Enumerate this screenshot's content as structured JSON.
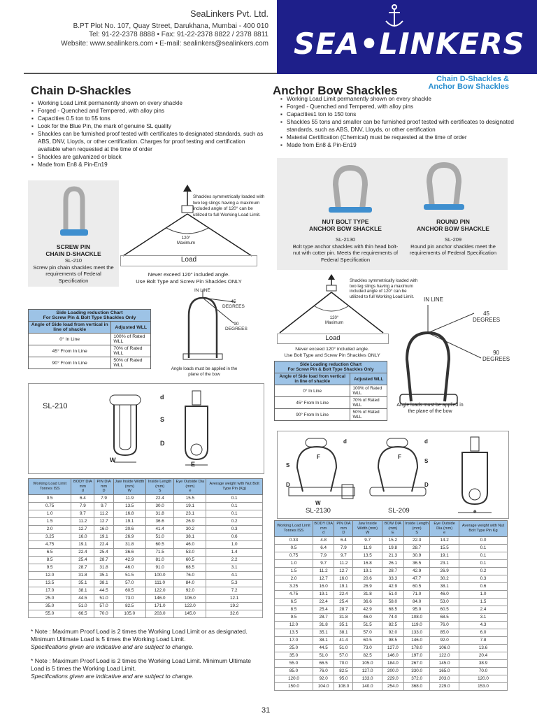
{
  "company": {
    "name": "SeaLinkers Pvt. Ltd.",
    "address": "B.PT Plot No. 107, Quay Street, Darukhana, Mumbai - 400 010",
    "phone": "Tel: 91-22-2378 8888 • Fax: 91-22-2378 8822 / 2378 8811",
    "web": "Website: www.sealinkers.com • E-mail: sealinkers@sealinkers.com",
    "logo_text": "SEA•LINKERS"
  },
  "section_tag": [
    "Chain D-Shackles &",
    "Anchor Bow Shackles"
  ],
  "left": {
    "title": "Chain D-Shackles",
    "bullets": [
      "Working Load Limit permanently shown on every shackle",
      "Forged - Quenched and Tempered, with alloy pins",
      "Capacities 0.5  ton to 55 tons",
      "Look for the Blue Pin, the mark of genuine SL quality",
      "Shackles can be furnished proof tested with certificates to designated standards, such as ABS, DNV, Lloyds, or other certification. Charges for proof testing and certification available when requested at the time of order",
      "Shackles are galvanized or black",
      "Made from En8 & Pin-En19"
    ],
    "product_name": [
      "SCREW PIN",
      "CHAIN D-SHACKLE"
    ],
    "product_code": "SL-210",
    "product_desc": "Screw pin chain shackles meet the requirements of Federal Specification"
  },
  "right": {
    "title": "Anchor Bow Shackles",
    "bullets": [
      "Working Load Limit permanently shown on every shackle",
      "Forged - Quenched and Tempered, with alloy pins",
      "Capacities1 ton to 150 tons",
      "Shackles 55 tons and smaller can be furnished proof tested with certificates to designated standards, such as ABS, DNV, Lloyds, or other certification",
      "Material Certification (Chemical) must be requested at the time of order",
      "Made from En8 & Pin-En19"
    ],
    "p1_name": [
      "NUT BOLT TYPE",
      "ANCHOR BOW SHACKLE"
    ],
    "p1_code": "SL-2130",
    "p1_desc": "Bolt type anchor shackles with thin head bolt-nut with cotter pin. Meets the requirements of Federal Specification",
    "p2_name": [
      "ROUND PIN",
      "ANCHOR BOW SHACKLE"
    ],
    "p2_code": "SL-209",
    "p2_desc": "Round pin anchor shackles meet the requirements of Federal Specification"
  },
  "sling": {
    "text": "Shackles symmetrically loaded with two leg slings having a maximum included angle of 120° can be utilized to full Working Load Limit.",
    "angle": "120°",
    "max": "Maximum",
    "load": "Load",
    "never": "Never exceed 120° included angle.",
    "use": "Use Bolt Type and Screw Pin Shackles ONLY"
  },
  "angles": {
    "inline": "IN LINE",
    "d45": "45",
    "d90": "90",
    "degrees": "DEGREES",
    "note": "Angle loads must be applied in the plane of the bow"
  },
  "side_chart": {
    "title": [
      "Side Loading reduction Chart",
      "For Screw Pin & Bolt Type Shackles Only"
    ],
    "col1": "Angle of Side load from vertical in line of shackle",
    "col2": "Adjusted WLL",
    "rows": [
      [
        "0° In Line",
        "100% of Rated WLL"
      ],
      [
        "45° From In Line",
        "70% of Rated WLL"
      ],
      [
        "90° From In Line",
        "50% of Rated WLL"
      ]
    ]
  },
  "dims": {
    "d": "d",
    "s": "S",
    "D": "D",
    "W": "W",
    "E": "E",
    "F": "F",
    "e": "e"
  },
  "left_table": {
    "headers": [
      [
        "Working Load Limit Tonnes ISS",
        ""
      ],
      [
        "BODY DIA mm",
        "d"
      ],
      [
        "PIN DIA mm",
        "D"
      ],
      [
        "Jaw Inside Width (mm)",
        "W"
      ],
      [
        "Inside Length (mm)",
        "S"
      ],
      [
        "Eye Outside Dia (mm)",
        "e"
      ],
      [
        "Average weight with Nut Bolt Type Pin (Kg)",
        ""
      ]
    ],
    "rows": [
      [
        "0.5",
        "6.4",
        "7.9",
        "11.9",
        "22.4",
        "15.5",
        "0.1"
      ],
      [
        "0.75",
        "7.9",
        "9.7",
        "13.5",
        "30.0",
        "19.1",
        "0.1"
      ],
      [
        "1.0",
        "9.7",
        "11.2",
        "16.8",
        "31.8",
        "23.1",
        "0.1"
      ],
      [
        "1.5",
        "11.2",
        "12.7",
        "19.1",
        "36.6",
        "26.9",
        "0.2"
      ],
      [
        "2.0",
        "12.7",
        "16.0",
        "20.6",
        "41.4",
        "30.2",
        "0.3"
      ],
      [
        "3.25",
        "16.0",
        "19.1",
        "26.9",
        "51.0",
        "38.1",
        "0.6"
      ],
      [
        "4.75",
        "19.1",
        "22.4",
        "31.8",
        "60.5",
        "46.0",
        "1.0"
      ],
      [
        "6.5",
        "22.4",
        "25.4",
        "36.6",
        "71.5",
        "53.0",
        "1.4"
      ],
      [
        "8.5",
        "25.4",
        "28.7",
        "42.9",
        "81.0",
        "60.5",
        "2.2"
      ],
      [
        "9.5",
        "28.7",
        "31.8",
        "46.0",
        "91.0",
        "68.5",
        "3.1"
      ],
      [
        "12.0",
        "31.8",
        "35.1",
        "51.5",
        "100.0",
        "76.0",
        "4.1"
      ],
      [
        "13.5",
        "35.1",
        "38.1",
        "57.0",
        "111.0",
        "84.0",
        "5.3"
      ],
      [
        "17.0",
        "38.1",
        "44.5",
        "60.5",
        "122.0",
        "92.0",
        "7.2"
      ],
      [
        "25.0",
        "44.5",
        "51.0",
        "73.0",
        "146.0",
        "106.0",
        "12.1"
      ],
      [
        "35.0",
        "51.0",
        "57.0",
        "82.5",
        "171.0",
        "122.0",
        "19.2"
      ],
      [
        "55.0",
        "66.5",
        "70.0",
        "105.0",
        "203.0",
        "145.0",
        "32.6"
      ]
    ]
  },
  "right_table": {
    "headers": [
      [
        "Working Load Limit Tonnes ISS",
        ""
      ],
      [
        "BODY DIA mm",
        "d"
      ],
      [
        "PIN DIA mm",
        "D"
      ],
      [
        "Jaw Inside Width (mm)",
        "W"
      ],
      [
        "BOW DIA (mm)",
        "E"
      ],
      [
        "Inside Length (mm)",
        "S"
      ],
      [
        "Eye Outside Dia (mm)",
        "e"
      ],
      [
        "Average weight with Nut Bolt Type Pin Kg",
        ""
      ]
    ],
    "rows": [
      [
        "0.33",
        "4.8",
        "6.4",
        "9.7",
        "15.2",
        "22.3",
        "14.2",
        "0.0"
      ],
      [
        "0.5",
        "6.4",
        "7.9",
        "11.9",
        "19.8",
        "28.7",
        "15.5",
        "0.1"
      ],
      [
        "0.75",
        "7.9",
        "9.7",
        "13.5",
        "21.3",
        "30.9",
        "19.1",
        "0.1"
      ],
      [
        "1.0",
        "9.7",
        "11.2",
        "16.8",
        "26.1",
        "36.5",
        "23.1",
        "0.1"
      ],
      [
        "1.5",
        "11.2",
        "12.7",
        "19.1",
        "28.7",
        "42.9",
        "26.9",
        "0.2"
      ],
      [
        "2.0",
        "12.7",
        "16.0",
        "20.6",
        "33.3",
        "47.7",
        "30.2",
        "0.3"
      ],
      [
        "3.25",
        "16.0",
        "19.1",
        "26.9",
        "42.9",
        "60.5",
        "38.1",
        "0.6"
      ],
      [
        "4.75",
        "19.1",
        "22.4",
        "31.8",
        "51.0",
        "71.0",
        "46.0",
        "1.0"
      ],
      [
        "6.5",
        "22.4",
        "25.4",
        "36.6",
        "58.0",
        "84.0",
        "53.0",
        "1.5"
      ],
      [
        "8.5",
        "25.4",
        "28.7",
        "42.9",
        "68.5",
        "95.0",
        "60.5",
        "2.4"
      ],
      [
        "9.5",
        "28.7",
        "31.8",
        "46.0",
        "74.0",
        "108.0",
        "68.5",
        "3.1"
      ],
      [
        "12.0",
        "31.8",
        "35.1",
        "51.5",
        "82.5",
        "119.0",
        "76.0",
        "4.3"
      ],
      [
        "13.5",
        "35.1",
        "38.1",
        "57.0",
        "92.0",
        "133.0",
        "85.0",
        "6.0"
      ],
      [
        "17.0",
        "38.1",
        "41.4",
        "60.5",
        "98.5",
        "146.0",
        "92.0",
        "7.8"
      ],
      [
        "25.0",
        "44.5",
        "51.0",
        "73.0",
        "127.0",
        "178.0",
        "106.0",
        "13.6"
      ],
      [
        "35.0",
        "51.0",
        "57.0",
        "82.5",
        "146.0",
        "197.0",
        "122.0",
        "20.4"
      ],
      [
        "55.0",
        "66.5",
        "70.0",
        "105.0",
        "184.0",
        "267.0",
        "145.0",
        "38.9"
      ],
      [
        "85.0",
        "76.0",
        "82.5",
        "127.0",
        "200.0",
        "330.0",
        "165.0",
        "70.0"
      ],
      [
        "120.0",
        "92.0",
        "95.0",
        "133.0",
        "229.0",
        "372.0",
        "203.0",
        "120.0"
      ],
      [
        "150.0",
        "104.0",
        "108.0",
        "140.0",
        "254.0",
        "368.0",
        "229.0",
        "153.0"
      ]
    ]
  },
  "notes": {
    "n1": "* Note : Maximum Proof Load is 2 times the Working Load Limit or as designated. Minimum Ultimate Load is 5 times the Working Load Limit.",
    "n1b": "Specifications given are indicative and are subject to change.",
    "n2": "* Note : Maximum Proof Load is 2 times the Working Load Limit. Minimum Ultimate Load is 5 times the Working Load Limit.",
    "n2b": "Specifications given are indicative and are subject to change."
  },
  "page_number": "31",
  "labels": {
    "sl210": "SL-210",
    "sl2130": "SL-2130",
    "sl209": "SL-209"
  }
}
